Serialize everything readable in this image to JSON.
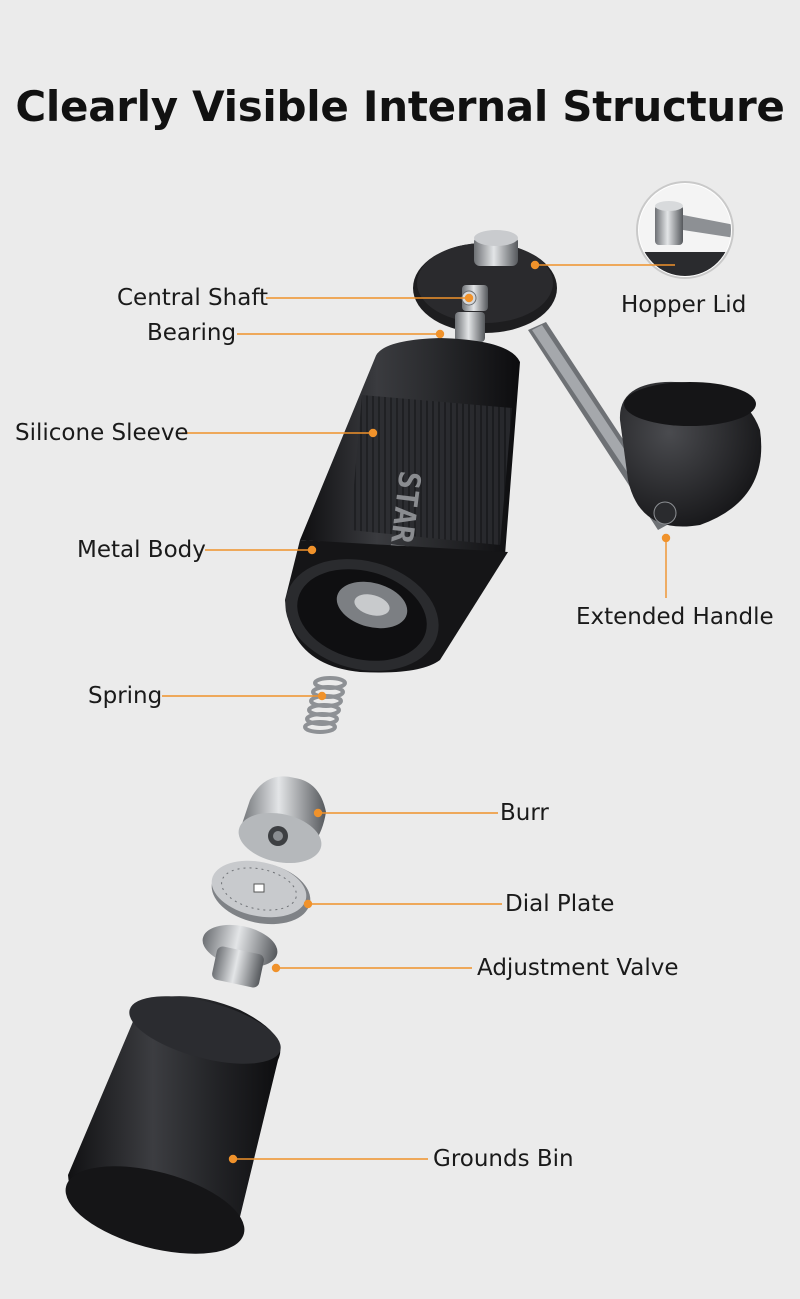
{
  "title": "Clearly Visible Internal Structure",
  "accent_color": "#f0922b",
  "product_color": "#1f1f21",
  "metal_color": "#9a9ea2",
  "labels": {
    "central_shaft": "Central Shaft",
    "bearing": "Bearing",
    "silicone_sleeve": "Silicone Sleeve",
    "metal_body": "Metal Body",
    "spring": "Spring",
    "burr": "Burr",
    "dial_plate": "Dial Plate",
    "adjustment_valve": "Adjustment Valve",
    "grounds_bin": "Grounds Bin",
    "hopper_lid": "Hopper Lid",
    "extended_handle": "Extended Handle"
  },
  "brand_text": "STARESSO"
}
